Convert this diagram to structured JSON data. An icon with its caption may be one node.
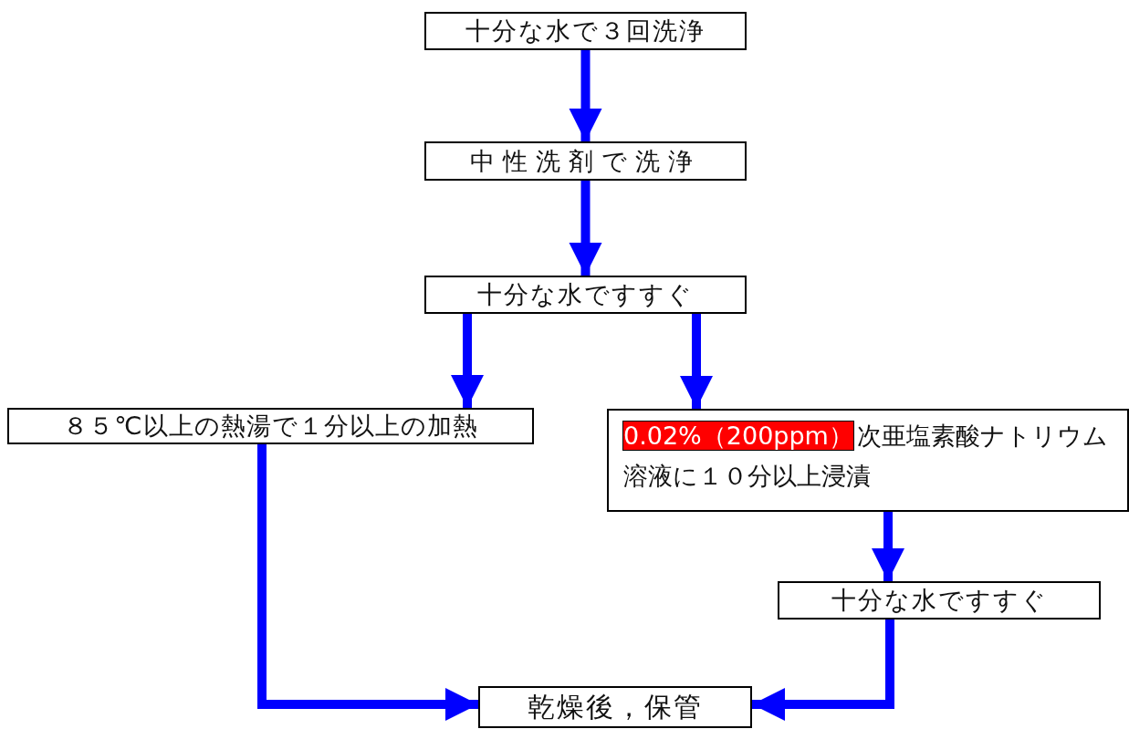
{
  "diagram": {
    "nodes": [
      {
        "text": [
          "十分な水で３回洗浄"
        ]
      },
      {
        "text": [
          "中性洗剤で洗浄"
        ]
      },
      {
        "text": [
          "十分な水ですすぐ"
        ]
      },
      {
        "text": [
          "８５℃以上の熱湯で１分以上の加熱"
        ]
      },
      {
        "text": [
          "0.02%（200ppm）",
          "次亜塩素酸ナトリウム溶液に１０分以上浸漬"
        ]
      },
      {
        "text": [
          "十分な水ですすぐ"
        ]
      },
      {
        "text": [
          "乾燥後，保管"
        ]
      }
    ],
    "edges": [
      {
        "from": 0,
        "to": 1,
        "arrow": "to"
      },
      {
        "from": 1,
        "to": 2,
        "arrow": "to"
      },
      {
        "from": 2,
        "to": 3,
        "arrow": "to"
      },
      {
        "from": 2,
        "to": 4,
        "arrow": "to"
      },
      {
        "from": 4,
        "to": 5,
        "arrow": "to"
      },
      {
        "from": 3,
        "to": 6,
        "arrow": "to"
      },
      {
        "from": 5,
        "to": 6,
        "arrow": "to"
      }
    ]
  }
}
